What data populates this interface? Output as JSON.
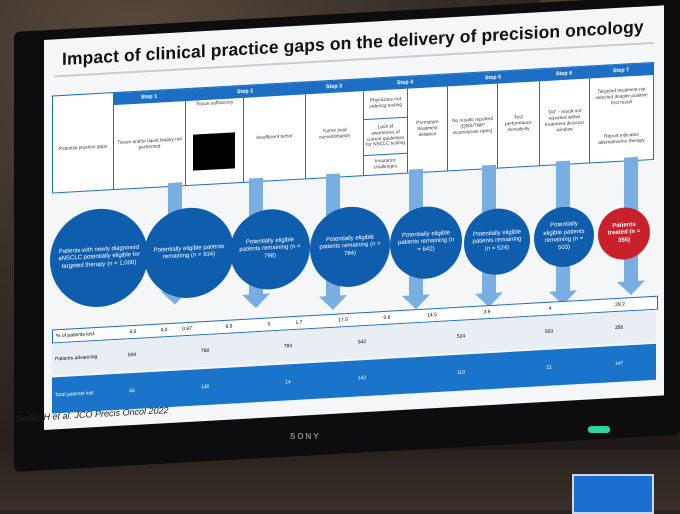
{
  "slide": {
    "title": "Impact of clinical practice gaps on the delivery of precision oncology",
    "citation": "Sadik, H et al. JCO Precis Oncol 2022",
    "brand": "SONY",
    "row_label": "Potential practice gaps",
    "steps": [
      "Step 1",
      "Step 2",
      "Step 3",
      "Step 4",
      "Step 5",
      "Step 6",
      "Step 7"
    ],
    "gaps": [
      "Tissue and/or liquid biopsy not performed",
      "Tissue sufficiency",
      "Insufficient tumor",
      "Tumor load overestimation",
      "Physicians not ordering testing",
      "Lack of awareness of current guidelines for NSCLC testing",
      "Insurance challenges",
      "Premature treatment initiation",
      "No results reported (QNS/TNP/ inconclusive rates)",
      "Test performance /sensitivity",
      "TAT – result not reported within treatment decision window",
      "Targeted treatment not selected despite positive test result",
      "Report indicates alternative/no therapy"
    ],
    "circles": [
      "Patients with newly diagnosed aNSCLC potentially eligible for targeted therapy (n = 1,000)",
      "Potentially eligible patients remaining (n = 934)",
      "Potentially eligible patients remaining (n = 798)",
      "Potentially eligible patients remaining (n = 784)",
      "Potentially eligible patients remaining (n = 642)",
      "Potentially eligible patients remaining (n = 524)",
      "Potentially eligible patients remaining (n = 503)",
      "Patients treated (n = 356)"
    ],
    "table": {
      "row1_label": "% of patients lost",
      "row1": [
        "6.6",
        "4.0",
        "0.97",
        "9.6",
        "0",
        "1.7",
        "17.5",
        "0.6",
        "14.5",
        "3.9",
        "4",
        "29.2"
      ],
      "row2_label": "Patients advancing",
      "row2": [
        "934",
        "798",
        "784",
        "642",
        "524",
        "503",
        "356"
      ],
      "row3_label": "Total patients lost",
      "row3": [
        "66",
        "136",
        "14",
        "142",
        "118",
        "21",
        "147"
      ]
    }
  }
}
